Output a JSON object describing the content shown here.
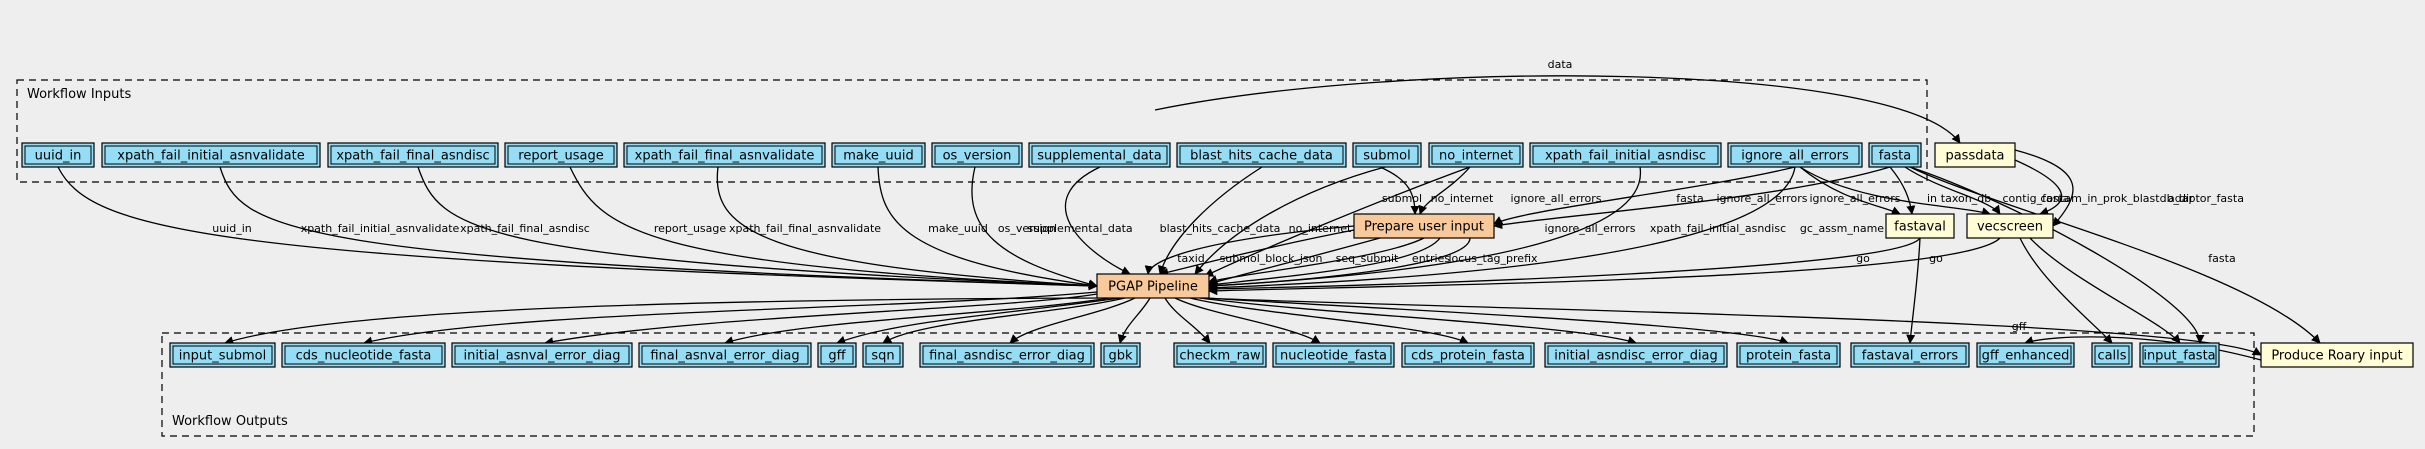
{
  "clusters": {
    "inputs": "Workflow Inputs",
    "outputs": "Workflow Outputs"
  },
  "colors": {
    "background": "#eeeeee",
    "io_node": "#94ddf4",
    "step_node": "#f7c99b",
    "expression_node": "#fffcd6"
  },
  "nodes": {
    "uuid_in": "uuid_in",
    "xpath_fail_initial_asnvalidate": "xpath_fail_initial_asnvalidate",
    "xpath_fail_final_asndisc": "xpath_fail_final_asndisc",
    "report_usage": "report_usage",
    "xpath_fail_final_asnvalidate": "xpath_fail_final_asnvalidate",
    "make_uuid": "make_uuid",
    "os_version": "os_version",
    "supplemental_data": "supplemental_data",
    "blast_hits_cache_data": "blast_hits_cache_data",
    "submol": "submol",
    "no_internet": "no_internet",
    "xpath_fail_initial_asndisc": "xpath_fail_initial_asndisc",
    "ignore_all_errors": "ignore_all_errors",
    "fasta": "fasta",
    "passdata": "passdata",
    "prepare_user_input": "Prepare user input",
    "fastaval": "fastaval",
    "vecscreen": "vecscreen",
    "pgap_pipeline": "PGAP Pipeline",
    "produce_roary_input": "Produce Roary input",
    "input_submol": "input_submol",
    "cds_nucleotide_fasta": "cds_nucleotide_fasta",
    "initial_asnval_error_diag": "initial_asnval_error_diag",
    "final_asnval_error_diag": "final_asnval_error_diag",
    "gff": "gff",
    "sqn": "sqn",
    "final_asndisc_error_diag": "final_asndisc_error_diag",
    "gbk": "gbk",
    "checkm_raw": "checkm_raw",
    "nucleotide_fasta": "nucleotide_fasta",
    "cds_protein_fasta": "cds_protein_fasta",
    "initial_asndisc_error_diag": "initial_asndisc_error_diag",
    "protein_fasta": "protein_fasta",
    "fastaval_errors": "fastaval_errors",
    "gff_enhanced": "gff_enhanced",
    "calls": "calls",
    "input_fasta": "input_fasta"
  },
  "edge_labels": {
    "data": "data",
    "uuid_in": "uuid_in",
    "xpath_fail_initial_asnvalidate": "xpath_fail_initial_asnvalidate",
    "xpath_fail_final_asndisc": "xpath_fail_final_asndisc",
    "report_usage": "report_usage",
    "xpath_fail_final_asnvalidate": "xpath_fail_final_asnvalidate",
    "make_uuid": "make_uuid",
    "os_version": "os_version",
    "supplemental_data": "supplemental_data",
    "blast_hits_cache_data": "blast_hits_cache_data",
    "submol": "submol",
    "no_internet_prep": "no_internet",
    "no_internet_pgap": "no_internet",
    "ignore_all_errors_prep": "ignore_all_errors",
    "fasta_prep": "fasta",
    "ignore_all_errors_fastaval": "ignore_all_errors",
    "ignore_all_errors_vecscreen": "ignore_all_errors",
    "in": "in",
    "taxon_db": "taxon_db",
    "contig_fasta": "contig_fasta",
    "contam_in_prok_blastdb_dir": "contam_in_prok_blastdb_dir",
    "adaptor_fasta": "adaptor_fasta",
    "ignore_all_errors_pgap": "ignore_all_errors",
    "xpath_fail_initial_asndisc": "xpath_fail_initial_asndisc",
    "gc_assm_name": "gc_assm_name",
    "taxid": "taxid",
    "submol_block_json": "submol_block_json",
    "seq_submit": "seq_submit",
    "entries": "entries",
    "locus_tag_prefix": "locus_tag_prefix",
    "go_fastaval": "go",
    "go_vecscreen": "go",
    "fasta_roary": "fasta",
    "gff": "gff"
  }
}
